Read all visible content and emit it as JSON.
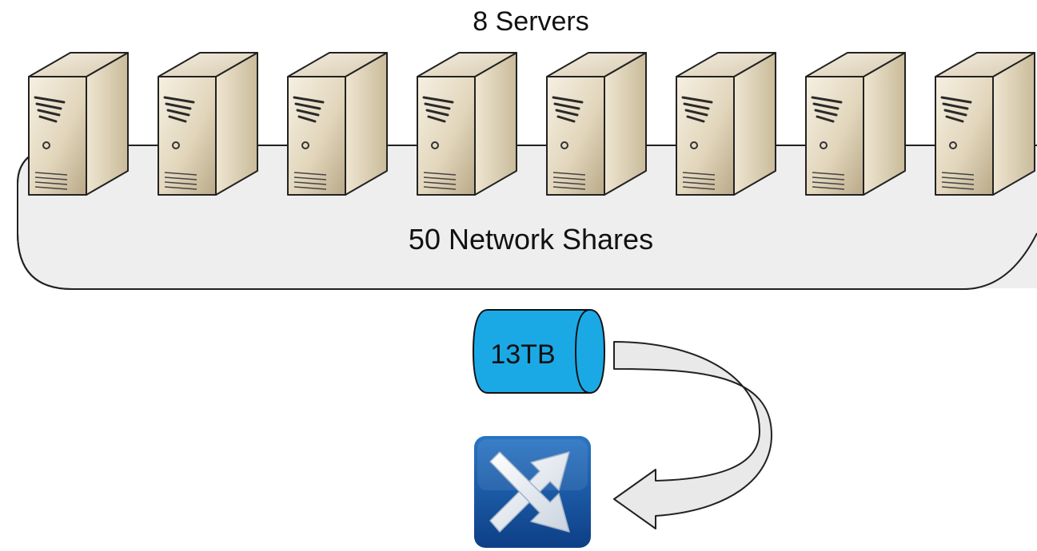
{
  "title": "8 Servers",
  "shares_label": "50 Network Shares",
  "storage": {
    "label": "13TB",
    "color": "#1ba9e6"
  },
  "servers": [
    {
      "icon": "server-icon"
    },
    {
      "icon": "server-icon"
    },
    {
      "icon": "server-icon"
    },
    {
      "icon": "server-icon"
    },
    {
      "icon": "server-icon"
    },
    {
      "icon": "server-icon"
    },
    {
      "icon": "server-icon"
    },
    {
      "icon": "server-icon"
    }
  ],
  "migration_target": {
    "icon": "switch-icon",
    "color": "#1a5aa8"
  },
  "arrow": {
    "icon": "curved-arrow-icon",
    "color": "#e6e6e6"
  }
}
